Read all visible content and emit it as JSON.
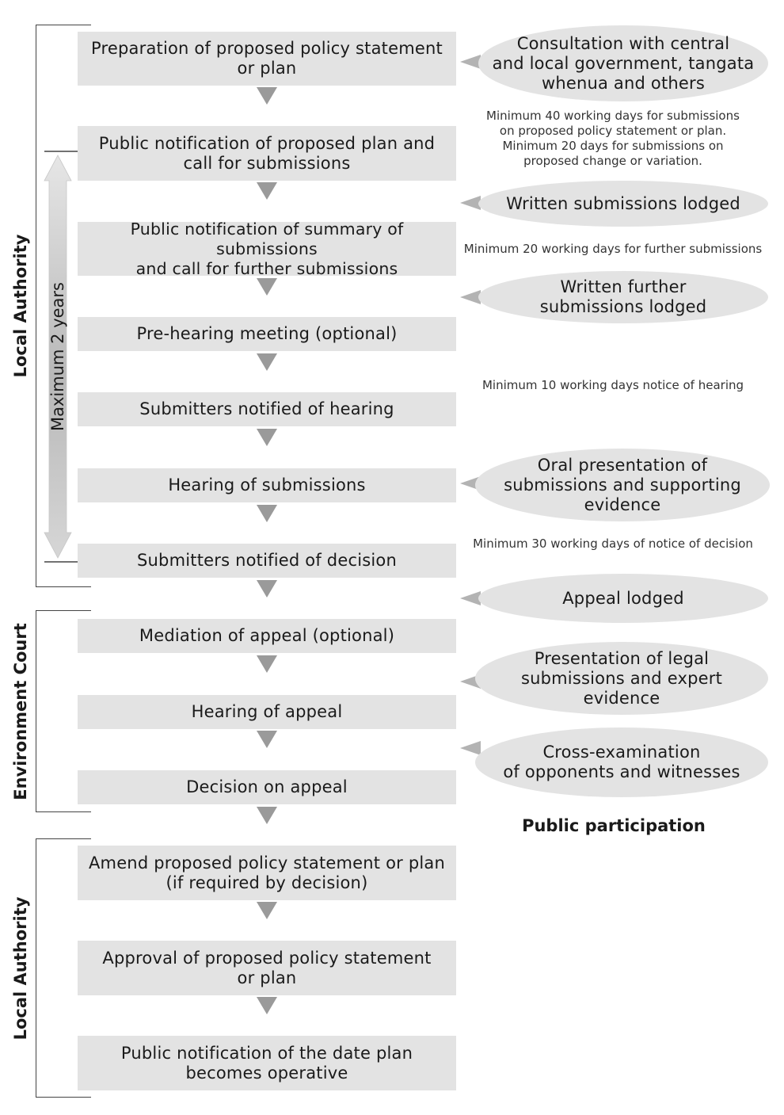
{
  "steps": [
    "Preparation of proposed policy statement\nor plan",
    "Public notification of proposed plan and\ncall for submissions",
    "Public notification of summary of submissions\nand call for further submissions",
    "Pre-hearing meeting (optional)",
    "Submitters notified of hearing",
    "Hearing of submissions",
    "Submitters notified of decision",
    "Mediation of appeal (optional)",
    "Hearing of appeal",
    "Decision on appeal",
    "Amend proposed policy statement or plan\n(if required by decision)",
    "Approval of proposed policy statement\nor plan",
    "Public notification of the date plan\nbecomes operative"
  ],
  "bubbles": [
    "Consultation with central\nand local government, tangata\nwhenua and others",
    "Written submissions lodged",
    "Written further\nsubmissions lodged",
    "Oral presentation of\nsubmissions and supporting\nevidence",
    "Appeal lodged",
    "Presentation of legal\nsubmissions and expert\nevidence",
    "Cross-examination\nof opponents and witnesses"
  ],
  "notes": [
    "Minimum 40 working days for submissions\non proposed policy statement or plan.\nMinimum 20 days for submissions on\nproposed change or variation.",
    "Minimum 20 working days for further submissions",
    "Minimum 10 working days notice of hearing",
    "Minimum 30 working days of notice of decision"
  ],
  "sections": {
    "local_authority_top": "Local Authority",
    "environment_court": "Environment Court",
    "local_authority_bottom": "Local Authority"
  },
  "time_limit": "Maximum 2 years",
  "public_participation": "Public participation",
  "colors": {
    "box_fill": "#e3e3e3",
    "arrow": "#9a9a9a",
    "pointer": "#b3b3b3",
    "text": "#1a1a1a"
  }
}
